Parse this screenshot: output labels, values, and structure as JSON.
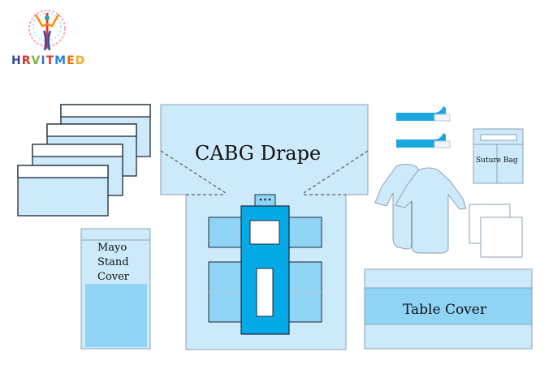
{
  "brand": {
    "name": "HRVITMED",
    "letters": [
      "H",
      "R",
      "V",
      "I",
      "T",
      "M",
      "E",
      "D"
    ],
    "letter_colors": [
      "#2e4a9e",
      "#d9342b",
      "#7cb342",
      "#3f6fd1",
      "#e53935",
      "#1e88e5",
      "#ef6c00",
      "#f9a825"
    ]
  },
  "items": {
    "cabg_drape": "CABG Drape",
    "mayo_stand_cover": [
      "Mayo",
      "Stand",
      "Cover"
    ],
    "suture_bag": "Suture Bag",
    "table_cover": "Table Cover"
  },
  "colors": {
    "light_blue": "#cdeafb",
    "mid_blue": "#8fd3f5",
    "strong_blue": "#04a9e8",
    "outline": "#1b2a36"
  }
}
